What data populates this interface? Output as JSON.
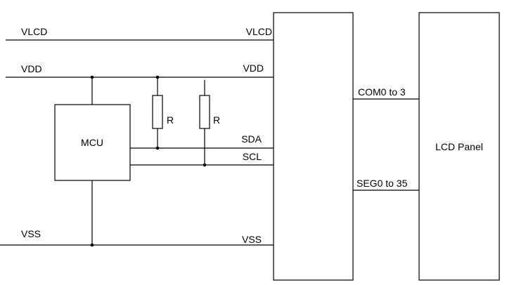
{
  "signals": {
    "vlcd_left": "VLCD",
    "vlcd_right": "VLCD",
    "vdd_left": "VDD",
    "vdd_right": "VDD",
    "sda": "SDA",
    "scl": "SCL",
    "vss_left": "VSS",
    "vss_right": "VSS",
    "com": "COM0 to 3",
    "seg": "SEG0 to 35"
  },
  "blocks": {
    "mcu": "MCU",
    "lcd_panel": "LCD Panel"
  },
  "resistors": {
    "r1": "R",
    "r2": "R"
  }
}
